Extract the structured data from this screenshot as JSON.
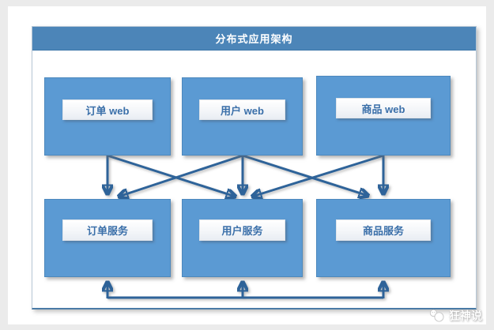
{
  "diagram": {
    "title": "分布式应用架构",
    "nodes": [
      {
        "id": "order-web",
        "label": "订单 web",
        "row": "top"
      },
      {
        "id": "user-web",
        "label": "用户 web",
        "row": "top"
      },
      {
        "id": "goods-web",
        "label": "商品 web",
        "row": "top"
      },
      {
        "id": "order-service",
        "label": "订单服务",
        "row": "bottom"
      },
      {
        "id": "user-service",
        "label": "用户服务",
        "row": "bottom"
      },
      {
        "id": "goods-service",
        "label": "商品服务",
        "row": "bottom"
      }
    ],
    "edges": [
      {
        "from": "order-web",
        "to": "order-service"
      },
      {
        "from": "order-web",
        "to": "user-service"
      },
      {
        "from": "user-web",
        "to": "order-service"
      },
      {
        "from": "user-web",
        "to": "user-service"
      },
      {
        "from": "user-web",
        "to": "goods-service"
      },
      {
        "from": "goods-web",
        "to": "user-service"
      },
      {
        "from": "goods-web",
        "to": "goods-service"
      },
      {
        "from": "service-bus",
        "to": "order-service"
      },
      {
        "from": "service-bus",
        "to": "user-service"
      },
      {
        "from": "service-bus",
        "to": "goods-service"
      }
    ],
    "colors": {
      "title_bar": "#4c85b8",
      "node_fill": "#5b9ad3",
      "node_label_text": "#3a6fa9",
      "arrow": "#2e6399",
      "frame_bottom_border": "#4a7ba6",
      "page_background": "#ebebeb"
    }
  },
  "watermark": {
    "text": "狂神说",
    "icon": "panda-logo-icon"
  }
}
